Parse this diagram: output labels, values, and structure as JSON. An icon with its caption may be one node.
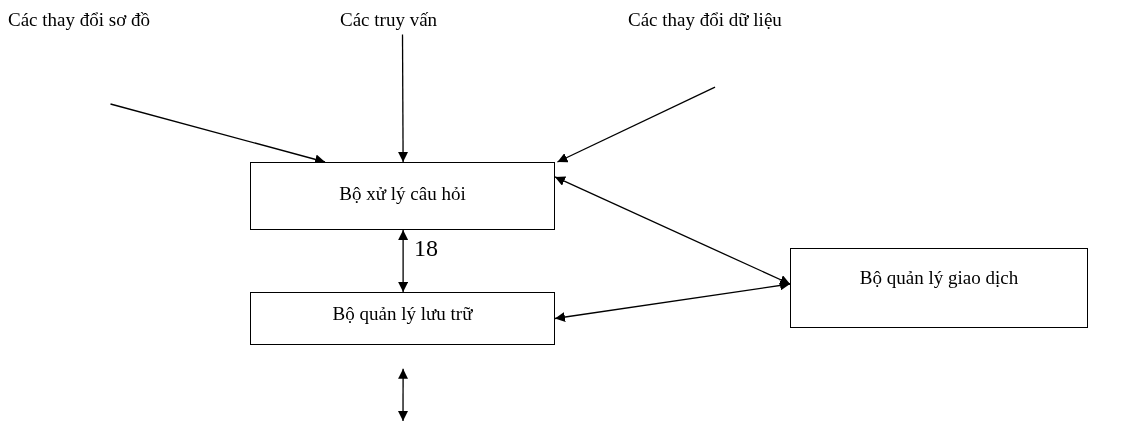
{
  "diagram": {
    "nodes": [
      {
        "text": [
          "Các thay đổi sơ đồ"
        ]
      },
      {
        "text": [
          "Các truy vấn"
        ]
      },
      {
        "text": [
          "Các thay đổi dữ liệu"
        ]
      },
      {
        "text": [
          "Bộ xử lý câu hỏi"
        ]
      },
      {
        "text": [
          "Bộ quản lý giao dịch"
        ]
      },
      {
        "text": [
          "Bộ quản lý lưu trữ"
        ]
      }
    ],
    "edges": [
      {
        "from": 0,
        "to": 3,
        "arrow": "to"
      },
      {
        "from": 1,
        "to": 3,
        "arrow": "to"
      },
      {
        "from": 2,
        "to": 3,
        "arrow": "to"
      },
      {
        "from": 3,
        "to": 5,
        "arrow": "both"
      },
      {
        "from": 3,
        "to": 4,
        "arrow": "both"
      },
      {
        "from": 5,
        "to": 4,
        "arrow": "both"
      },
      {
        "from": 5,
        "to": null,
        "arrow": "both"
      }
    ],
    "labels": [
      "18"
    ]
  }
}
